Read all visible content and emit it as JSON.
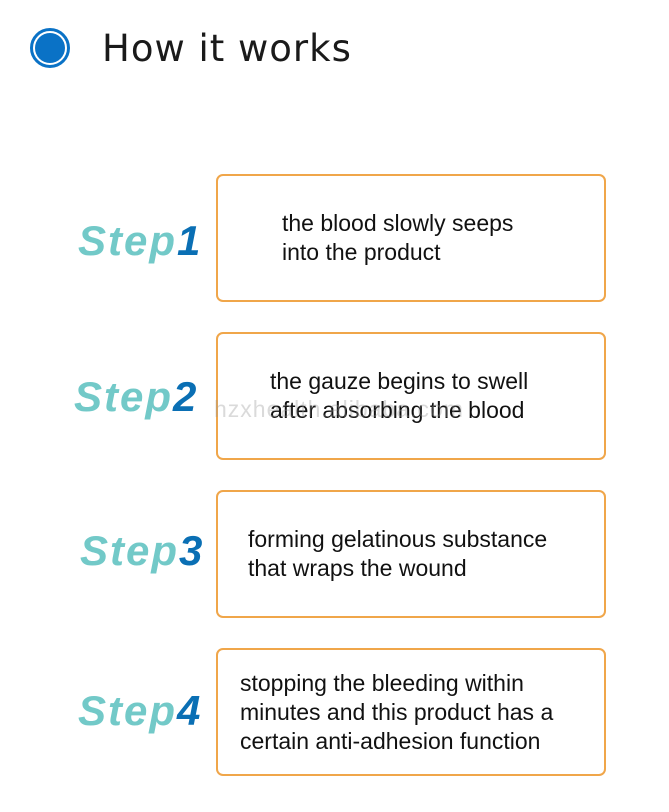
{
  "header": {
    "title": "How it works",
    "bullet_icon": "circle-bullet",
    "accent_color": "#0a72c6"
  },
  "steps": [
    {
      "word": "Step",
      "number": "1",
      "text": "the blood slowly seeps\ninto the product"
    },
    {
      "word": "Step",
      "number": "2",
      "text": "the gauze begins to swell\nafter absorbing the blood"
    },
    {
      "word": "Step",
      "number": "3",
      "text": "forming gelatinous substance\nthat wraps the wound"
    },
    {
      "word": "Step",
      "number": "4",
      "text": "stopping the bleeding within\nminutes and this product has a\ncertain anti-adhesion function"
    }
  ],
  "watermark": "hzxhealth.alibaba.com",
  "colors": {
    "step_word": "#72c9c8",
    "step_number": "#0a6fb4",
    "box_border": "#f0a64a"
  }
}
